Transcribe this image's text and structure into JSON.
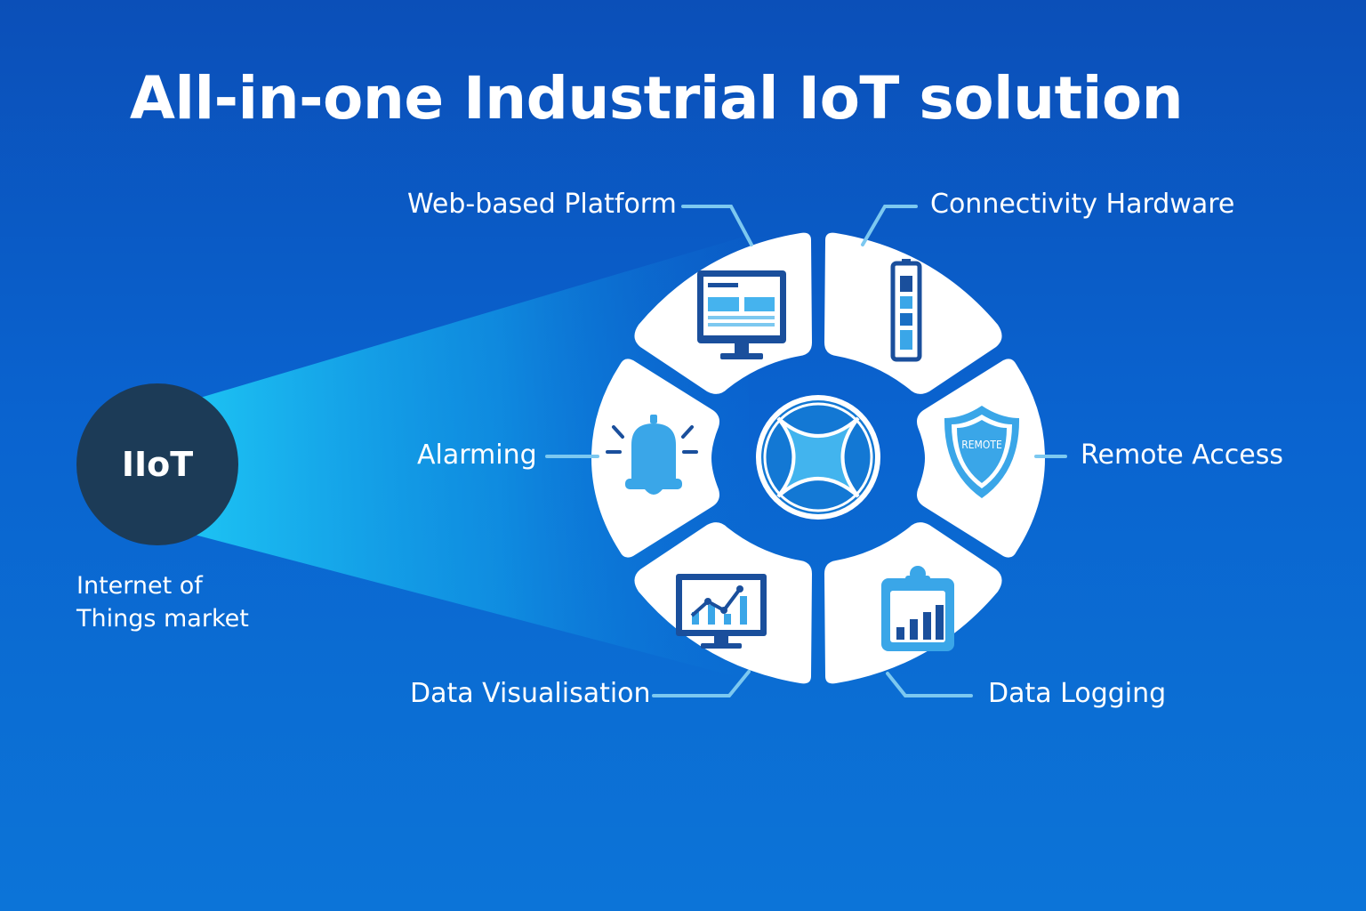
{
  "title": "All-in-one Industrial IoT solution",
  "hub": {
    "label": "IIoT",
    "caption_line1": "Internet of",
    "caption_line2": "Things market"
  },
  "segments": [
    {
      "label": "Web-based Platform",
      "icon": "monitor-icon"
    },
    {
      "label": "Connectivity Hardware",
      "icon": "hardware-module-icon"
    },
    {
      "label": "Remote Access",
      "icon": "shield-icon",
      "badge": "REMOTE"
    },
    {
      "label": "Data Logging",
      "icon": "clipboard-chart-icon"
    },
    {
      "label": "Data Visualisation",
      "icon": "chart-monitor-icon"
    },
    {
      "label": "Alarming",
      "icon": "bell-icon"
    }
  ],
  "colors": {
    "background": "#0b5cc6",
    "hub_circle": "#1c3b57",
    "segment_fill": "#ffffff",
    "icon_dark": "#1a4f9c",
    "icon_light": "#3aa6e8",
    "connector": "#7cc8f0"
  }
}
